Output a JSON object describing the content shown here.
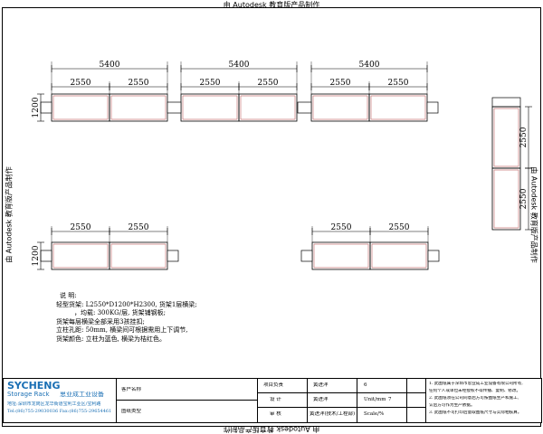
{
  "watermark": "由 Autodesk 教育版产品制作",
  "dims": {
    "overall": "5400",
    "bay": "2550",
    "depth": "1200"
  },
  "notes": {
    "heading": "说 明:",
    "lines": [
      "轻型货架: L2550*D1200*H2300, 货架1层横梁;",
      "，均载: 300KG/层, 货架铺钢板;",
      "货架每层横梁全部采用3孩挂扣;",
      "立柱孔距: 50mm, 横梁间可根据需用上下调节,",
      "货架颜色: 立柱为蓝色, 横梁为桔红色。"
    ]
  },
  "title_block": {
    "brand": "SYCHENG",
    "brand_sub": "Storage Rack",
    "brand_cn": "思业成工业设备",
    "address": "地址:深圳市龙岗区龙华街道宝利工业区/宝利路",
    "contact": "Tel:(86)755-29030036   Fax:(86)755-29654461",
    "labels": {
      "client": "客户名称",
      "project": "图纸类型",
      "lead": "项目负责",
      "design": "设 计",
      "check": "审 核",
      "drawn": "黄进洋",
      "date": "黄进洋(技术/工程部)",
      "units_label": "Unit/mm",
      "scale_label": "Scale/%",
      "sheet": "6",
      "page": "7"
    },
    "legal": [
      "1. 此图纸属于深圳市思业成工业设备有限公司所有,",
      "   任何个人或单位未经授权不得传播、复制、修改。",
      "2. 此图纸须在公司同意后方可按图纸生产和施工,",
      "   认后方可作为生产依据。",
      "3. 此图纸不可打印后量取图纸尺寸与实际相核算。"
    ]
  },
  "colors": {
    "rack_line": "#c87878",
    "dim_line": "#000000",
    "title_brand": "#1a6fb4",
    "title_text": "#1a6fb4"
  }
}
